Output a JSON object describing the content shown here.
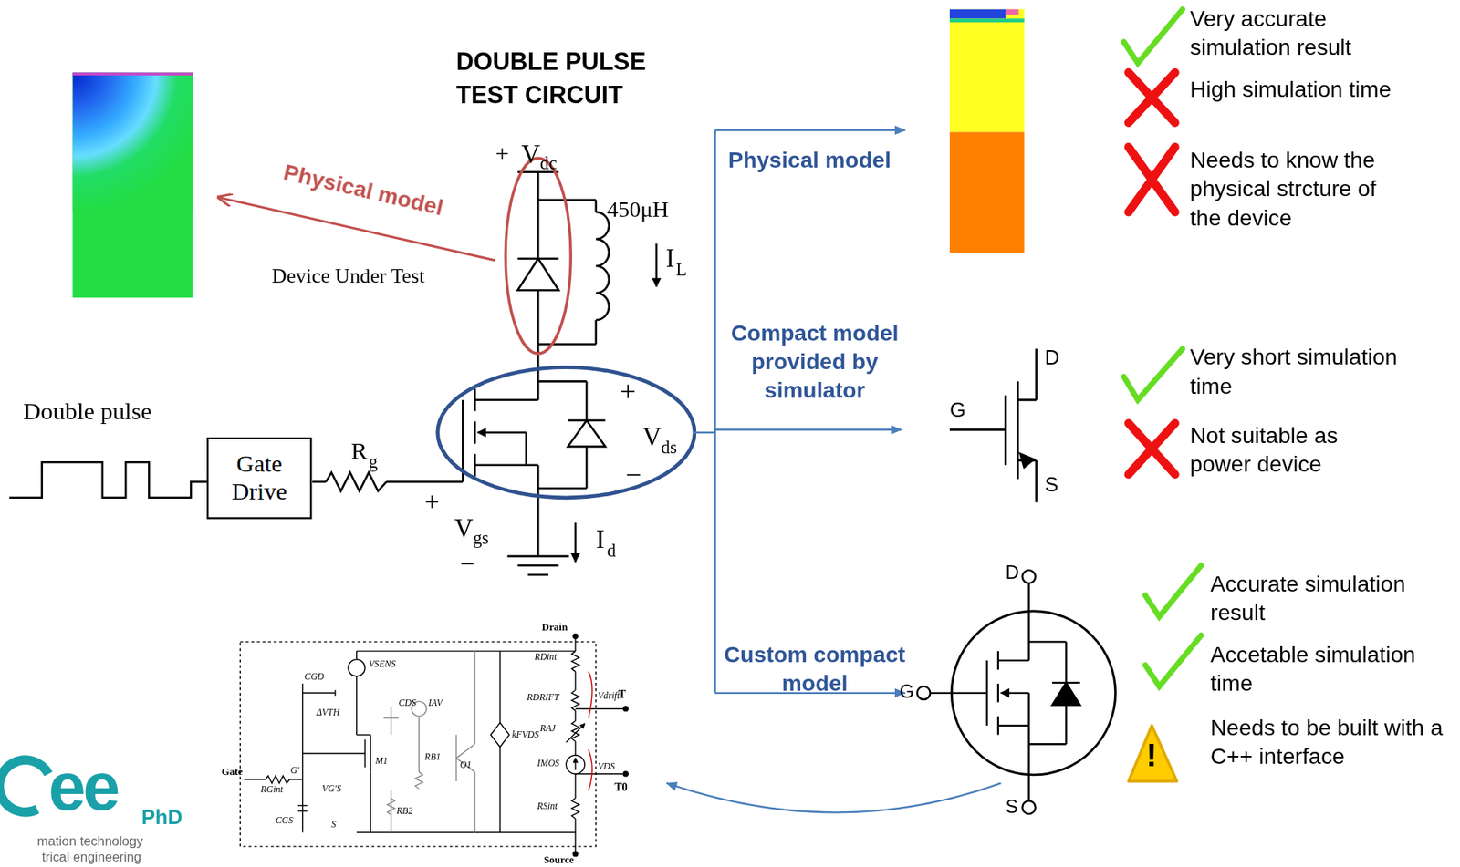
{
  "diagram": {
    "title": "DOUBLE PULSE TEST CIRCUIT",
    "nodes": [
      {
        "text": [
          "Gate Drive"
        ]
      }
    ],
    "labels": [
      "+",
      "V",
      "dc",
      "450μH",
      "I",
      "L",
      "Device Under Test",
      "Physical model",
      "Double pulse",
      "R",
      "g",
      "+",
      "V",
      "gs",
      "−",
      "+",
      "V",
      "ds",
      "−",
      "I",
      "d",
      "Physical model",
      "Compact model provided by simulator",
      "Custom compact model",
      "Very accurate simulation result",
      "High simulation time",
      "Needs to know the physical strcture of the device",
      "D",
      "G",
      "S",
      "Very short simulation time",
      "Not suitable as power device",
      "D",
      "G",
      "S",
      "Accurate simulation result",
      "Accetable simulation time",
      "Needs to be built with a C++ interface",
      "!",
      "Drain",
      "Source",
      "Gate",
      "RDint",
      "RDRIFT",
      "RAJ",
      "IMOS",
      "RSint",
      "T",
      "T0",
      "Vdrift",
      "VDS",
      "kFVDS",
      "VSENS",
      "CGD",
      "ΔVTH",
      "CDS",
      "IAV",
      "M1",
      "RGint",
      "G'",
      "RB1",
      "Q1",
      "CGS",
      "VG'S",
      "S",
      "RB2",
      "ee",
      "PhD",
      "mation technology",
      "trical engineering"
    ]
  }
}
